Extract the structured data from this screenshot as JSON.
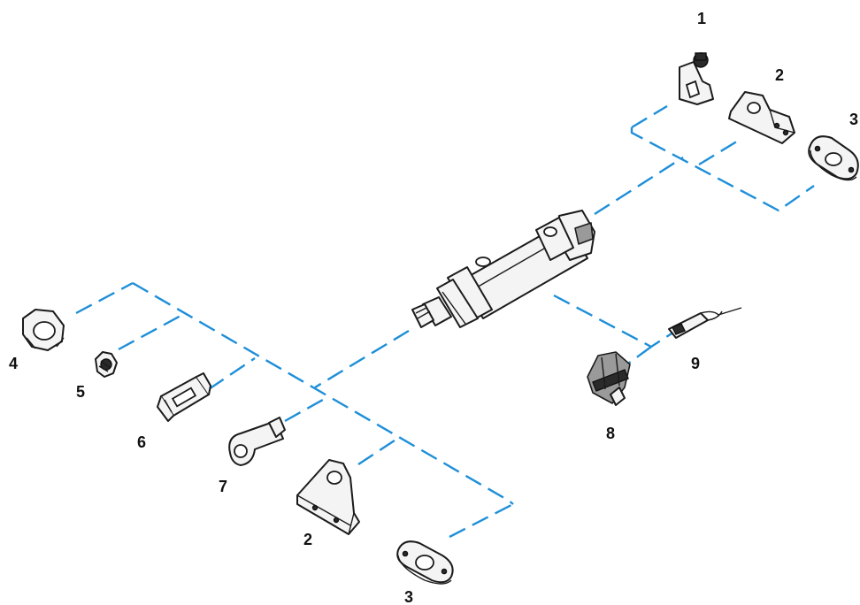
{
  "diagram": {
    "line_color": "#1e8fd8",
    "parts": [
      {
        "id": "rear-pivot-bracket",
        "icon": "clevis-bracket-icon",
        "callout": "1"
      },
      {
        "id": "rear-foot-mount",
        "icon": "foot-bracket-icon",
        "callout": "2"
      },
      {
        "id": "rear-flange-plate",
        "icon": "flange-plate-icon",
        "callout": "3"
      },
      {
        "id": "piston-rod-nut",
        "icon": "hex-nut-icon",
        "callout": "4"
      },
      {
        "id": "small-nut",
        "icon": "small-nut-icon",
        "callout": "5"
      },
      {
        "id": "rod-clevis",
        "icon": "rod-clevis-icon",
        "callout": "6"
      },
      {
        "id": "rod-eye",
        "icon": "rod-eye-icon",
        "callout": "7"
      },
      {
        "id": "front-foot-mount",
        "icon": "foot-bracket-icon",
        "callout": "2"
      },
      {
        "id": "front-flange-plate",
        "icon": "flange-plate-icon",
        "callout": "3"
      },
      {
        "id": "sensor-clamp",
        "icon": "sensor-clamp-icon",
        "callout": "8"
      },
      {
        "id": "reed-sensor",
        "icon": "reed-sensor-icon",
        "callout": "9"
      }
    ],
    "main_part": {
      "id": "pneumatic-cylinder",
      "icon": "cylinder-icon"
    }
  }
}
